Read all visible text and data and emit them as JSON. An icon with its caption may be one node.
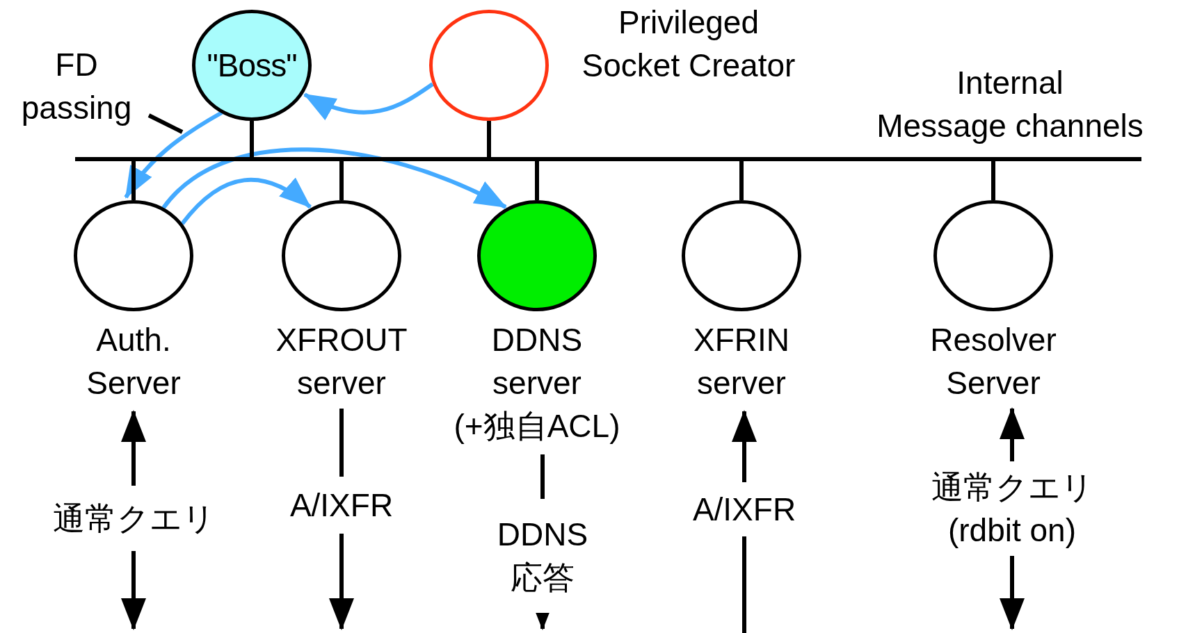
{
  "diagram": {
    "nodes": [
      {
        "text": [
          "FD passing"
        ]
      },
      {
        "text": [
          "\"Boss\""
        ]
      },
      {
        "text": [],
        "shape": "circle",
        "beside": [
          "Privileged Socket Creator"
        ]
      },
      {
        "text": [],
        "shape": "bar",
        "beside": [
          "Internal Message channels"
        ]
      },
      {
        "text": [
          "Auth. Server"
        ]
      },
      {
        "text": [
          "XFROUT server"
        ]
      },
      {
        "text": [
          "DDNS server (+独自ACL)"
        ]
      },
      {
        "text": [
          "XFRIN server"
        ]
      },
      {
        "text": [
          "Resolver Server"
        ]
      }
    ],
    "edges": [
      {
        "from": 2,
        "to": 1,
        "arrow": "to",
        "color": "#44aaff"
      },
      {
        "from": 1,
        "to": 4,
        "arrow": "to",
        "color": "#44aaff"
      },
      {
        "from": 4,
        "to": 5,
        "arrow": "to",
        "color": "#44aaff"
      },
      {
        "from": 4,
        "to": 6,
        "arrow": "to",
        "color": "#44aaff"
      },
      {
        "from": 0,
        "to": null,
        "arrow": "none"
      },
      {
        "from": 1,
        "to": 3,
        "arrow": "none"
      },
      {
        "from": 2,
        "to": 3,
        "arrow": "none"
      },
      {
        "from": 4,
        "to": 3,
        "arrow": "none"
      },
      {
        "from": 5,
        "to": 3,
        "arrow": "none"
      },
      {
        "from": 6,
        "to": 3,
        "arrow": "none"
      },
      {
        "from": 7,
        "to": 3,
        "arrow": "none"
      },
      {
        "from": 8,
        "to": 3,
        "arrow": "none"
      },
      {
        "from": 4,
        "to": null,
        "arrow": "both",
        "label": "通常クエリ"
      },
      {
        "from": 5,
        "to": null,
        "arrow": "to",
        "label": "A/IXFR"
      },
      {
        "from": 6,
        "to": null,
        "arrow": "to",
        "label": "DDNS 応答"
      },
      {
        "from": null,
        "to": 7,
        "arrow": "to",
        "label": "A/IXFR"
      },
      {
        "from": 8,
        "to": null,
        "arrow": "both",
        "label": "通常クエリ (rdbit on)"
      }
    ]
  }
}
